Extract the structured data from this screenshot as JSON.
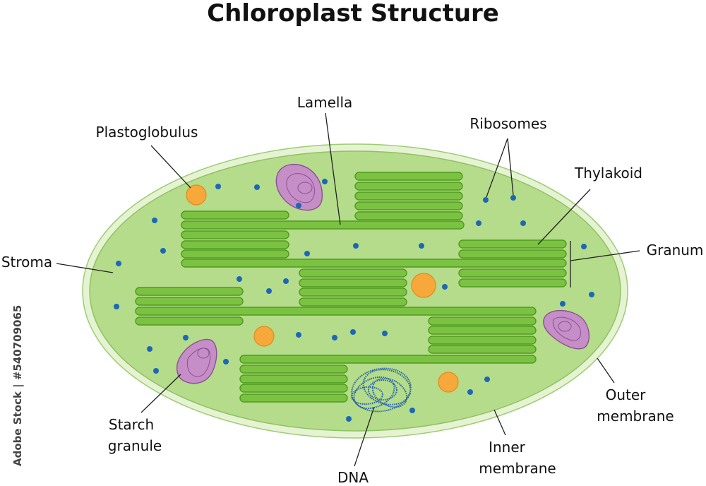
{
  "title": "Chloroplast Structure",
  "labels": {
    "lamella": "Lamella",
    "plastoglobulus": "Plastoglobulus",
    "ribosomes": "Ribosomes",
    "thylakoid": "Thylakoid",
    "granum": "Granum",
    "stroma": "Stroma",
    "starch_line1": "Starch",
    "starch_line2": "granule",
    "dna": "DNA",
    "inner_line1": "Inner",
    "inner_line2": "membrane",
    "outer_line1": "Outer",
    "outer_line2": "membrane"
  },
  "watermark": "Adobe Stock | #540709065",
  "colors": {
    "outer_membrane": "#e6f3d3",
    "stroma": "#b4dc8a",
    "thylakoid": "#7cc242",
    "ribosome": "#1c67b7",
    "plastoglobulus": "#f7a83a",
    "starch": "#c58ec6",
    "dna": "#2d66a6"
  }
}
